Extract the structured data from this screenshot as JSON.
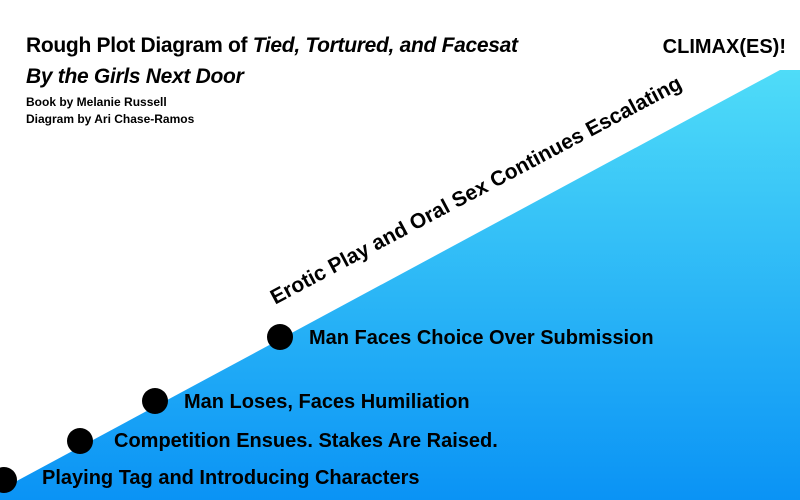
{
  "header": {
    "title_part1": "Rough Plot Diagram of ",
    "title_part2": "Tied, Tortured, and Facesat By the Girls Next Door",
    "credit_book": "Book by Melanie Russell",
    "credit_diagram": "Diagram by Ari Chase-Ramos"
  },
  "peak_label": "CLIMAX(ES)!",
  "slope_label": "Erotic Play and Oral Sex Continues Escalating",
  "colors": {
    "gradient_top": "#4fdcf8",
    "gradient_bottom": "#0a93f5",
    "dot": "#000000",
    "text": "#000000"
  },
  "events": [
    {
      "label": "Playing Tag and Introducing Characters"
    },
    {
      "label": "Competition Ensues. Stakes Are Raised."
    },
    {
      "label": "Man Loses, Faces Humiliation"
    },
    {
      "label": "Man Faces Choice Over Submission"
    }
  ]
}
